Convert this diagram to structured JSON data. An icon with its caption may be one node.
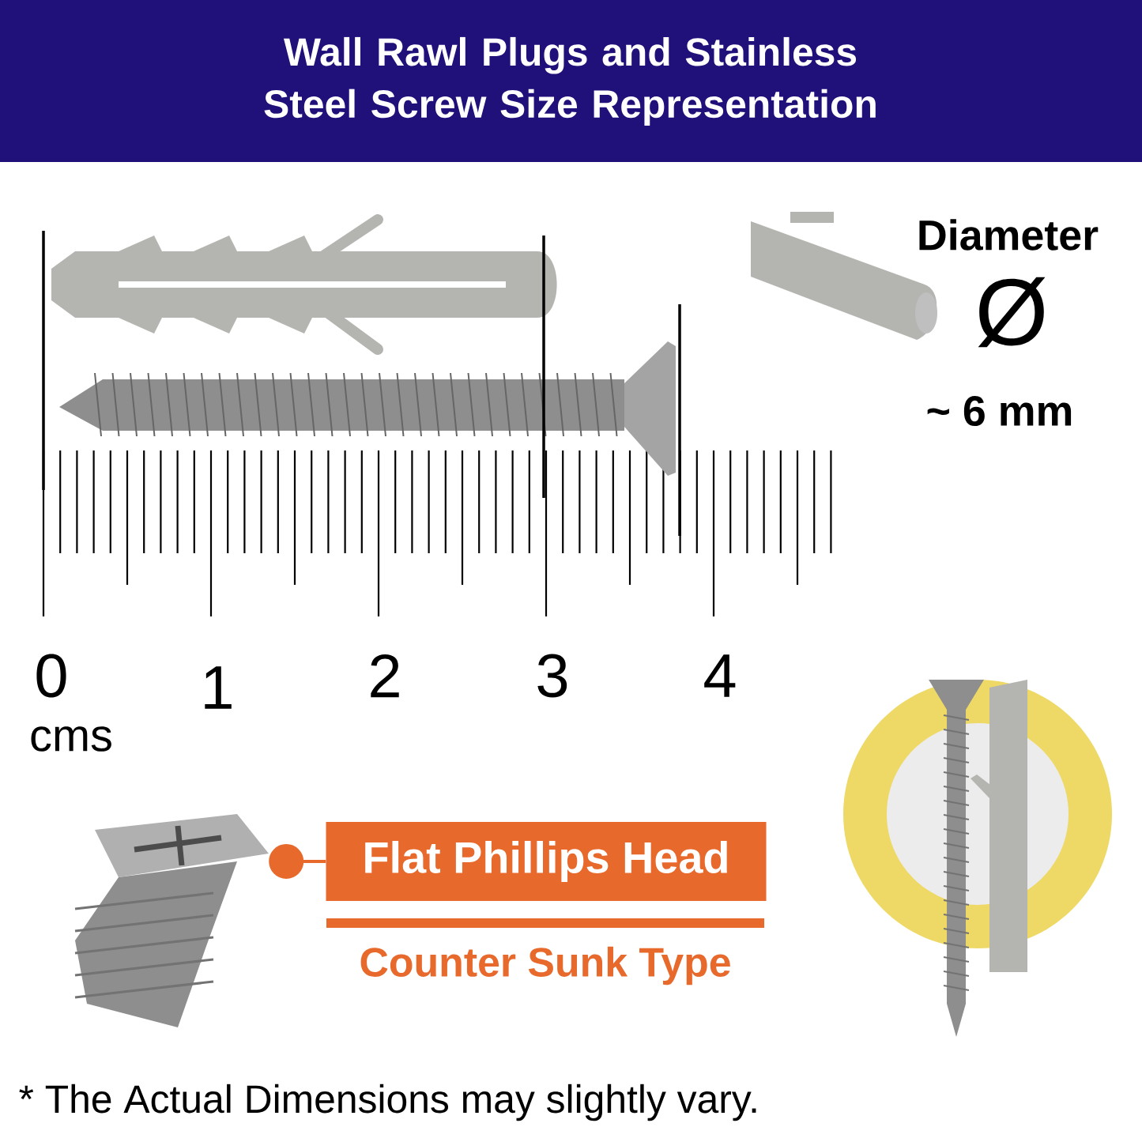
{
  "diagram": {
    "title": "Wall Rawl Plugs and Stainless Steel Screw Size Representation",
    "nodes": [
      {
        "text": [],
        "shape": "picture"
      },
      {
        "text": [
          "Flat Phillips Head"
        ]
      }
    ],
    "edges": [
      {
        "from": 1,
        "to": 0,
        "arrow": "other"
      }
    ],
    "labels": [
      "Diameter",
      "Ø",
      "~ 6 mm",
      "0",
      "1",
      "2",
      "3",
      "4",
      "cms",
      "Counter Sunk Type",
      "* The Actual Dimensions may slightly vary."
    ]
  }
}
